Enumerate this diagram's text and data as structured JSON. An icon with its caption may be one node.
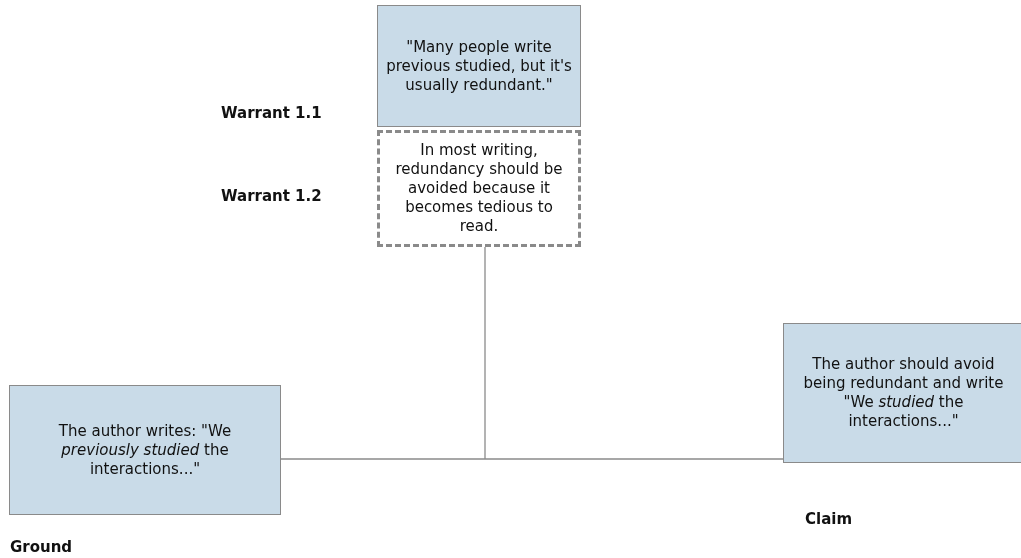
{
  "diagram": {
    "nodes": [
      {
        "text": [
          "\"Many people write previous studied, but it's usually redundant.\""
        ],
        "beside": [
          "Warrant 1.1"
        ]
      },
      {
        "text": [
          "In most writing, redundancy should be avoided because it becomes tedious to read."
        ],
        "beside": [
          "Warrant 1.2"
        ]
      },
      {
        "text": [
          "The author writes: \"We *previously studied* the interactions...\""
        ],
        "beside": [
          "Ground"
        ]
      },
      {
        "text": [
          "The author should avoid being redundant and write \"We *studied* the interactions...\""
        ],
        "beside": [
          "Claim"
        ]
      }
    ],
    "edges": [
      {
        "from": 2,
        "to": 3,
        "arrow": "none"
      },
      {
        "from": 1,
        "to": null,
        "arrow": "none"
      }
    ]
  }
}
